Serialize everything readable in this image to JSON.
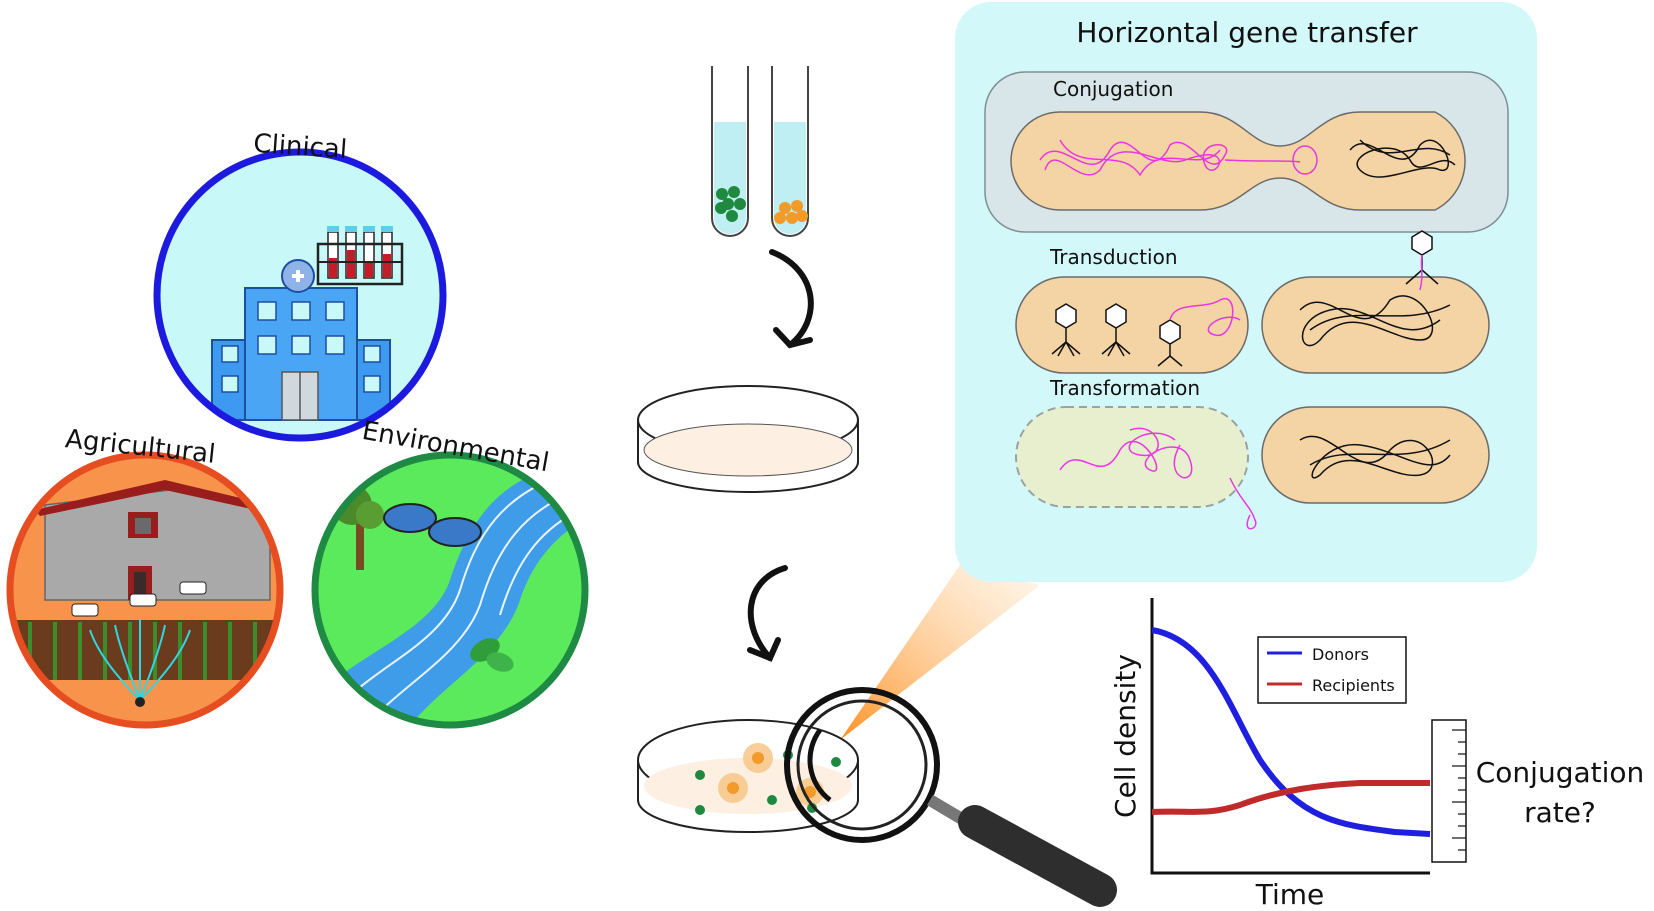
{
  "sources": {
    "clinical": {
      "label": "Clinical",
      "ring_color": "#1d1adf",
      "fill_color": "#c9f8f8"
    },
    "agricultural": {
      "label": "Agricultural",
      "ring_color": "#e64d21",
      "fill_color": "#f7934a"
    },
    "environmental": {
      "label": "Environmental",
      "ring_color": "#1e8a44",
      "fill_color": "#5bea5b"
    }
  },
  "hgt_panel": {
    "title": "Horizontal gene transfer",
    "background_color": "#d3f8fa",
    "conjugation": {
      "label": "Conjugation"
    },
    "transduction": {
      "label": "Transduction"
    },
    "transformation": {
      "label": "Transformation"
    },
    "cell_color": "#f4d4a4",
    "donor_dna_color": "#e838e0",
    "recipient_dna_color": "#111111"
  },
  "culture": {
    "donor_color": "#1f8a3f",
    "recipient_color": "#f29a2a",
    "medium_color": "#bfeef3",
    "agar_color": "#fdf0e2"
  },
  "graph": {
    "xlabel": "Time",
    "ylabel": "Cell density",
    "legend": [
      {
        "name": "Donors",
        "color": "#1f1fe0"
      },
      {
        "name": "Recipients",
        "color": "#c02a2a"
      }
    ],
    "ruler_label_line1": "Conjugation",
    "ruler_label_line2": "rate?"
  }
}
